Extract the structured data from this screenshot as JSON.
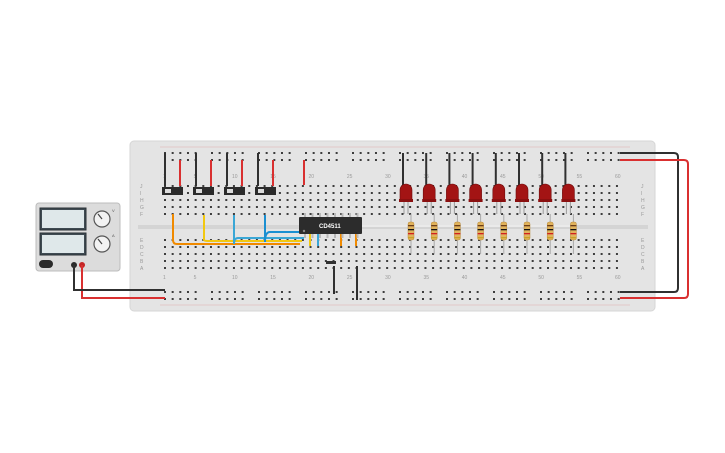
{
  "breadboard": {
    "column_numbers": [
      "1",
      "5",
      "10",
      "15",
      "20",
      "25",
      "30",
      "35",
      "40",
      "45",
      "50",
      "55",
      "60"
    ],
    "row_letters_top": [
      "J",
      "I",
      "H",
      "G",
      "F"
    ],
    "row_letters_bottom": [
      "E",
      "D",
      "C",
      "B",
      "A"
    ]
  },
  "chip": {
    "label": "CD4511"
  },
  "psu": {
    "knob_labels": [
      "V",
      "A"
    ]
  },
  "components": {
    "switch_count": 4,
    "led_count": 8,
    "resistor_count": 8,
    "led_color": "#a31414",
    "wire_colors": [
      "#f08a00",
      "#f2c811",
      "#3aa7d6",
      "#1b8fd1"
    ]
  },
  "colors": {
    "board": "#e6e6e6",
    "rail_red": "#d93030",
    "rail_black": "#303030",
    "hole": "#3d3d3d"
  }
}
